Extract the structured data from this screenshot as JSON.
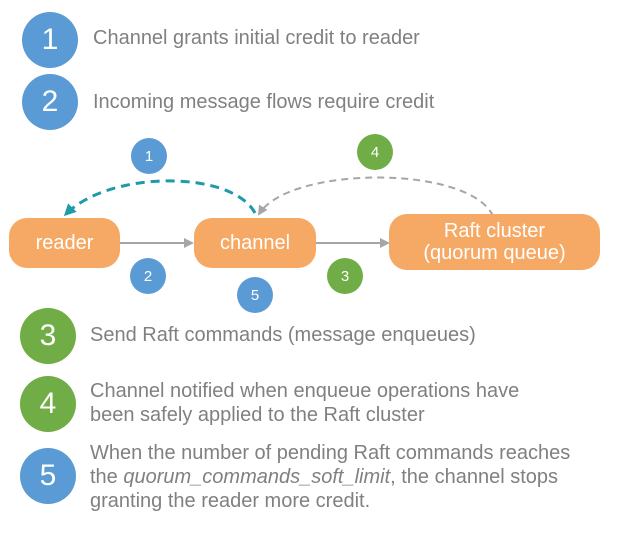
{
  "steps": [
    {
      "num": "1",
      "text": "Channel grants initial credit to reader",
      "color": "#5b9bd5"
    },
    {
      "num": "2",
      "text": "Incoming message flows require credit",
      "color": "#5b9bd5"
    },
    {
      "num": "3",
      "text": "Send Raft commands (message enqueues)",
      "color": "#70ad47"
    },
    {
      "num": "4",
      "text_line1": "Channel notified when enqueue operations have",
      "text_line2": "been safely applied to the Raft cluster",
      "color": "#70ad47"
    },
    {
      "num": "5",
      "text_line1": "When the number of pending Raft commands reaches",
      "text_line2_pre": "the ",
      "text_line2_em": "quorum_commands_soft_limit",
      "text_line2_post": ", the channel stops",
      "text_line3": "granting the reader more credit.",
      "color": "#5b9bd5"
    }
  ],
  "nodes": {
    "reader": "reader",
    "channel": "channel",
    "raft_line1": "Raft cluster",
    "raft_line2": "(quorum queue)"
  },
  "diagram_markers": [
    "1",
    "2",
    "3",
    "4",
    "5"
  ],
  "colors": {
    "blue": "#5b9bd5",
    "green": "#70ad47",
    "node": "#f6a964",
    "teal_arrow": "#1f9aa8",
    "gray_arrow": "#a6a6a6",
    "text": "#808080"
  }
}
